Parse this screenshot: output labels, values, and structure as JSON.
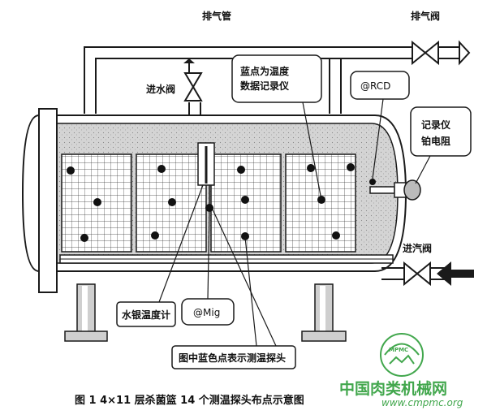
{
  "labels": {
    "exhaust_pipe": "排气管",
    "exhaust_valve": "排气阀",
    "inlet_water_valve": "进水阀",
    "blue_dot_logger": [
      "蓝点为温度",
      "数据记录仪"
    ],
    "rcd": "@RCD",
    "recorder_pt": [
      "记录仪",
      "铂电阻"
    ],
    "steam_inlet_valve": "进汽阀",
    "mercury_thermometer": "水银温度计",
    "mig": "@Mig",
    "blue_dots_note": "图中蓝色点表示测温探头"
  },
  "caption": "图 1   4×11 层杀菌篮 14 个测温探头布点示意图",
  "watermark": {
    "site_cn": "中国肉类机械网",
    "site_url": "www.cmpmc.org",
    "logo_text": "MPMC"
  },
  "colors": {
    "line": "#1a1a1a",
    "probe": "#111111",
    "vessel_fill": "#dcdcdc",
    "watermark": "#2e9e3a"
  }
}
